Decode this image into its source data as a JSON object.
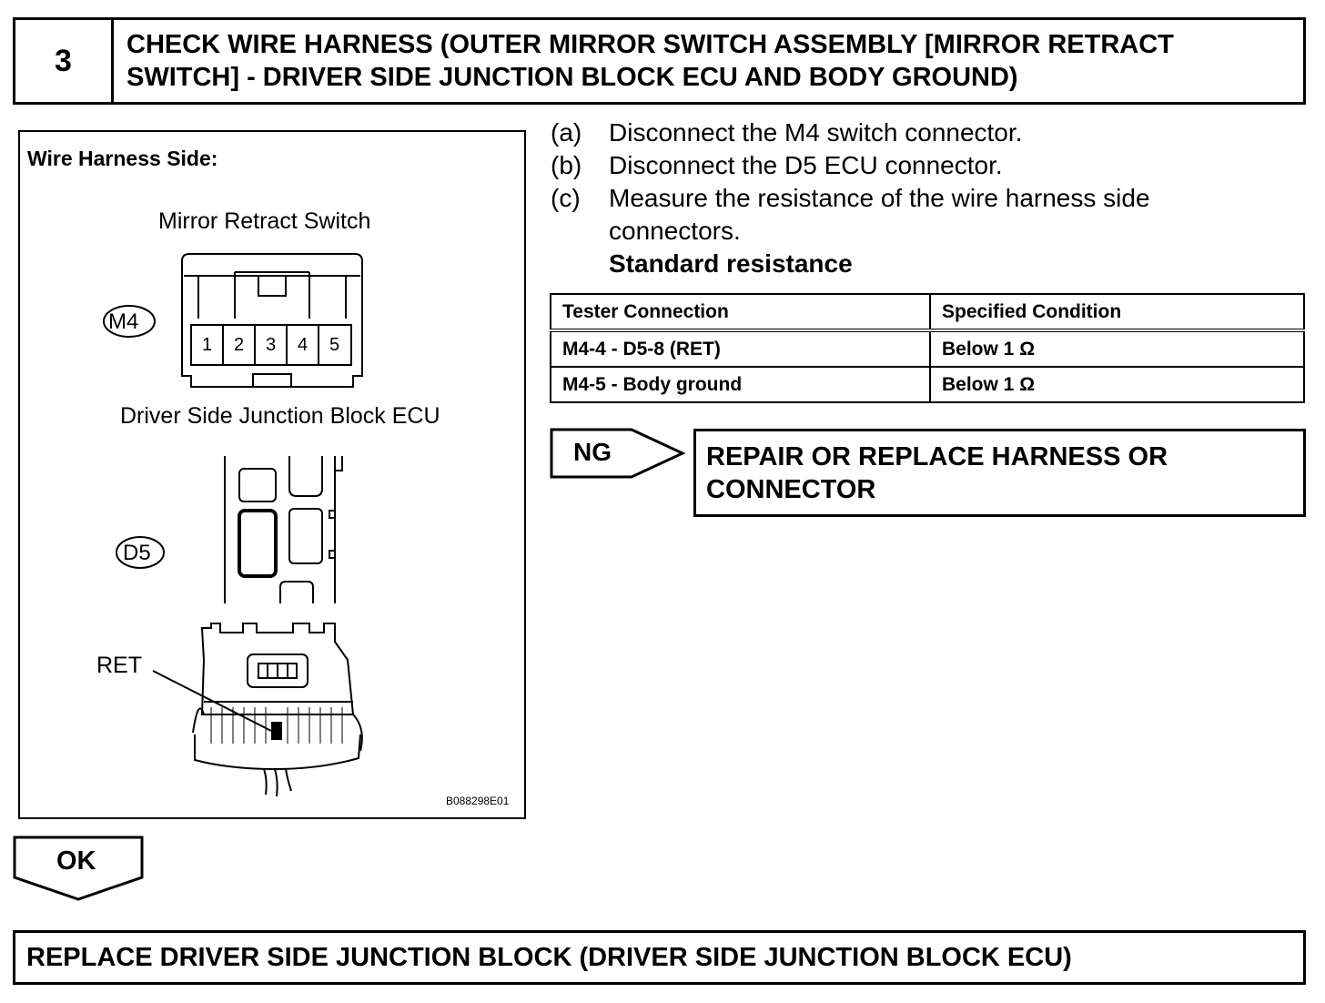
{
  "step": {
    "number": "3",
    "title_line1": "CHECK WIRE HARNESS (OUTER MIRROR SWITCH ASSEMBLY [MIRROR RETRACT",
    "title_line2": "SWITCH] - DRIVER SIDE JUNCTION BLOCK ECU AND BODY GROUND)"
  },
  "diagram": {
    "heading": "Wire Harness Side:",
    "switch_label": "Mirror Retract Switch",
    "switch_connector": "M4",
    "pins": [
      "1",
      "2",
      "3",
      "4",
      "5"
    ],
    "ecu_label": "Driver Side Junction Block ECU",
    "ecu_connector": "D5",
    "terminal_label": "RET",
    "figure_id": "B088298E01"
  },
  "instructions": [
    {
      "letter": "(a)",
      "text": "Disconnect the M4 switch connector."
    },
    {
      "letter": "(b)",
      "text": "Disconnect the D5 ECU connector."
    },
    {
      "letter": "(c)",
      "text": "Measure the resistance of the wire harness side connectors."
    }
  ],
  "standard_heading": "Standard resistance",
  "table": {
    "headers": [
      "Tester Connection",
      "Specified Condition"
    ],
    "rows": [
      [
        "M4-4 - D5-8 (RET)",
        "Below 1 Ω"
      ],
      [
        "M4-5 - Body ground",
        "Below 1 Ω"
      ]
    ]
  },
  "ng": {
    "label": "NG",
    "result_line1": "REPAIR OR REPLACE HARNESS OR",
    "result_line2": "CONNECTOR"
  },
  "ok": {
    "label": "OK",
    "result": "REPLACE DRIVER SIDE JUNCTION BLOCK (DRIVER SIDE JUNCTION BLOCK ECU)"
  }
}
